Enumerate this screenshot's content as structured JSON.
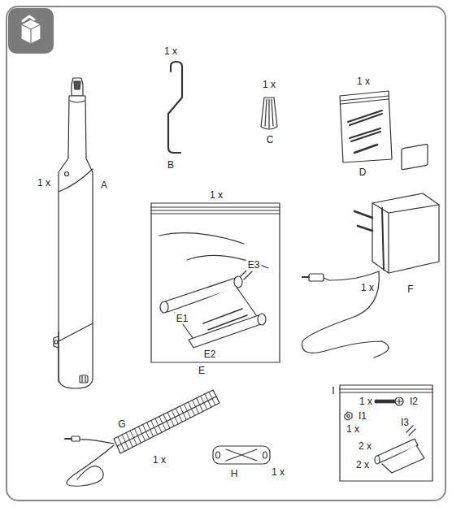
{
  "diagram": {
    "labels": [
      "1 x",
      "A",
      "1 x",
      "B",
      "1 x",
      "C",
      "1 x",
      "D",
      "1 x",
      "E1",
      "E3",
      "E2",
      "E",
      "1 x",
      "F",
      "G",
      "1 x",
      "H",
      "1 x",
      "I",
      "1 x",
      "I2",
      "I1",
      "1 x",
      "I3",
      "2 x",
      "2 x"
    ]
  }
}
